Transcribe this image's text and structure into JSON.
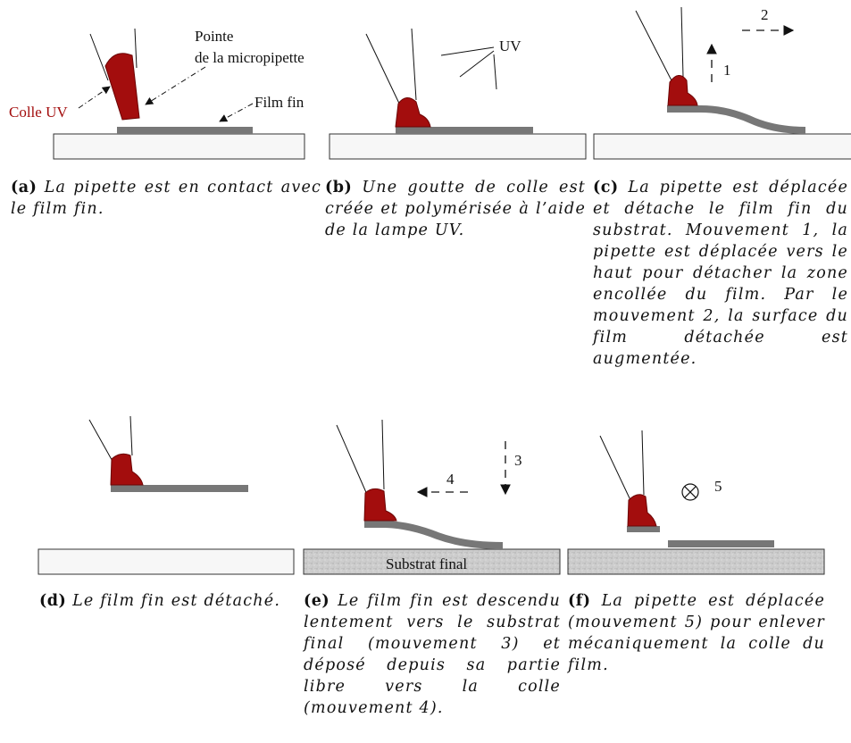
{
  "labels": {
    "colle_uv": "Colle UV",
    "pointe_line1": "Pointe",
    "pointe_line2": "de la micropipette",
    "film_fin": "Film fin",
    "uv": "UV",
    "substrat_final": "Substrat final"
  },
  "movements": {
    "m1": "1",
    "m2": "2",
    "m3": "3",
    "m4": "4",
    "m5": "5"
  },
  "captions": {
    "a": {
      "tag": "(a)",
      "text": "La pipette est en contact avec le film fin."
    },
    "b": {
      "tag": "(b)",
      "text": "Une goutte de colle est créée et polymérisée à l’aide de la lampe UV."
    },
    "c": {
      "tag": "(c)",
      "text": "La pipette est déplacée et détache le film fin du substrat. Mouvement 1, la pipette est déplacée vers le haut pour détacher la zone encollée du film. Par le mouvement 2, la surface du film détachée est augmentée."
    },
    "d": {
      "tag": "(d)",
      "text": "Le film fin est détaché."
    },
    "e": {
      "tag": "(e)",
      "text": "Le film fin est descendu lentement vers le substrat final (mouvement 3) et déposé depuis sa partie libre vers la colle (mouvement 4)."
    },
    "f": {
      "tag": "(f)",
      "text": "La pipette est déplacée (mouvement 5) pour enlever mécaniquement la colle du film."
    }
  },
  "colors": {
    "glue": "#a30d0d",
    "film": "#777777",
    "substrate_fill": "#f7f7f7",
    "final_substrate": "#cfcfcf"
  }
}
